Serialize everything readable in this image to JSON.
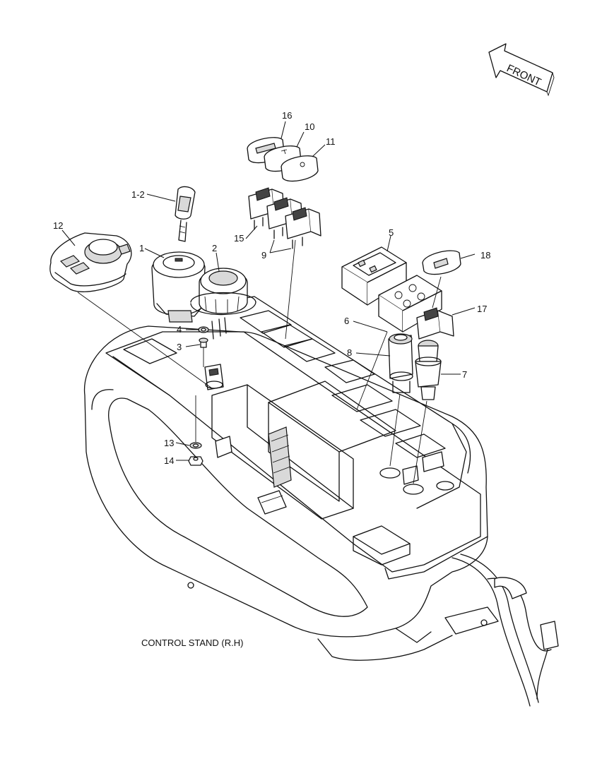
{
  "diagram": {
    "caption": "CONTROL STAND (R.H)",
    "direction_label": "FRONT",
    "callouts": [
      {
        "id": "c16",
        "label": "16"
      },
      {
        "id": "c10",
        "label": "10"
      },
      {
        "id": "c11",
        "label": "11"
      },
      {
        "id": "c1-2",
        "label": "1-2"
      },
      {
        "id": "c12",
        "label": "12"
      },
      {
        "id": "c1",
        "label": "1"
      },
      {
        "id": "c2",
        "label": "2"
      },
      {
        "id": "c15",
        "label": "15"
      },
      {
        "id": "c9",
        "label": "9"
      },
      {
        "id": "c5",
        "label": "5"
      },
      {
        "id": "c18",
        "label": "18"
      },
      {
        "id": "c17",
        "label": "17"
      },
      {
        "id": "c6",
        "label": "6"
      },
      {
        "id": "c4",
        "label": "4"
      },
      {
        "id": "c3",
        "label": "3"
      },
      {
        "id": "c8",
        "label": "8"
      },
      {
        "id": "c7",
        "label": "7"
      },
      {
        "id": "c13",
        "label": "13"
      },
      {
        "id": "c14",
        "label": "14"
      }
    ]
  }
}
